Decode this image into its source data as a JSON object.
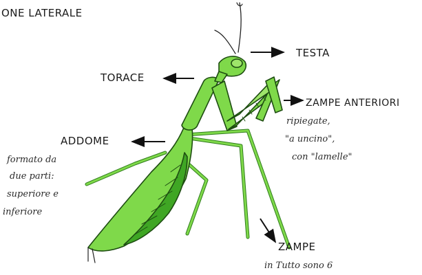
{
  "title": "ONE LATERALE",
  "labels": {
    "testa": "TESTA",
    "torace": "TORACE",
    "addome": "ADDOME",
    "zampe_anteriori": "ZAMPE ANTERIORI",
    "zampe": "ZAMPE"
  },
  "notes": {
    "addome": [
      "formato da",
      "due parti:",
      "superiore e",
      "inferiore"
    ],
    "zampe_anteriori": [
      "ripiegate,",
      "\"a uncino\",",
      "con \"lamelle\""
    ],
    "zampe": [
      "in Tutto sono 6"
    ]
  },
  "colors": {
    "body": "#7fd94a",
    "body_dark": "#3fa624",
    "outline": "#1e4d12",
    "arrow": "#111111"
  }
}
